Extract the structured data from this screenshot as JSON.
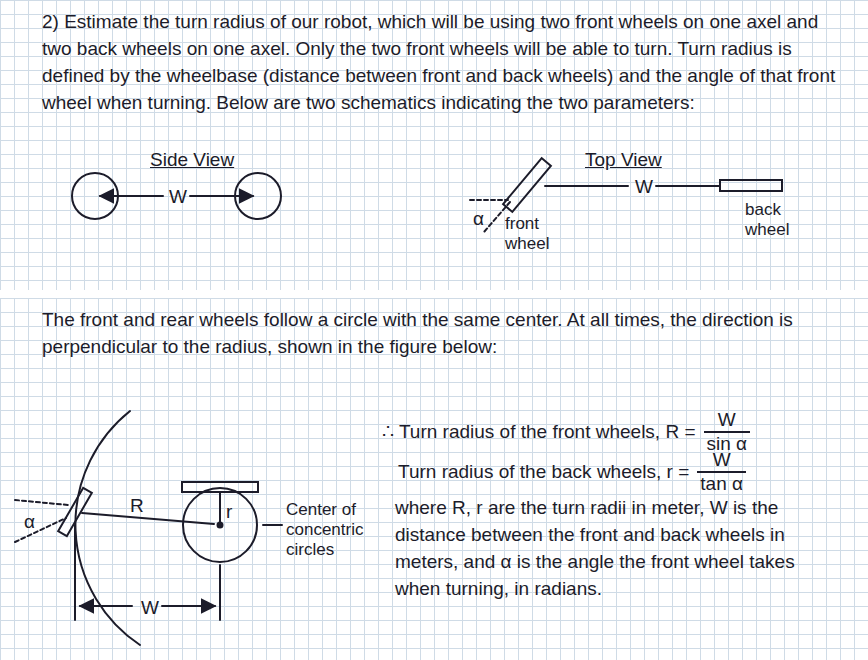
{
  "diagram": {
    "labels": [
      "2) Estimate the turn radius of our robot, which will be using two front wheels on one axel and two back wheels on one axel. Only the two front wheels will be able to turn. Turn radius is defined by the wheelbase (distance between front and back wheels) and the angle of that front wheel when turning. Below are two schematics indicating the two parameters:",
      "Side View",
      "Top View",
      "W",
      "α",
      "front wheel",
      "W",
      "back wheel",
      "The front and rear wheels follow a circle with the same center. At all times, the direction is perpendicular to the radius, shown in the figure below:",
      "α",
      "R",
      "r",
      "W",
      "Center of concentric circles",
      "∴ Turn radius of the front wheels, R =",
      "W",
      "sin α",
      "Turn radius of the back wheels, r =",
      "W",
      "tan α",
      "where R, r are the turn radii in meter, W is the distance between the front and back wheels in meters, and α is the angle the front wheel takes when turning, in radians."
    ]
  }
}
